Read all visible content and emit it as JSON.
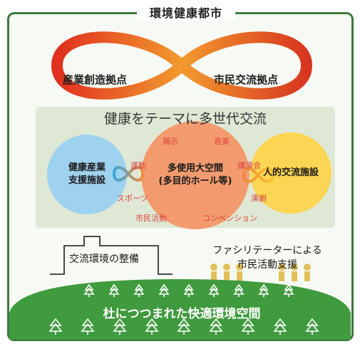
{
  "title": "環境健康都市",
  "loop": {
    "left_label": "産業創造拠点",
    "right_label": "市民交流拠点"
  },
  "band_title": "健康をテーマに多世代交流",
  "circles": {
    "left": "健康産業\n支援施設",
    "center": "多使用大空間\n(多目的ホール等)",
    "right": "人的交流施設"
  },
  "activities": [
    "展示",
    "音楽",
    "運動",
    "講演会",
    "スポーツ",
    "演劇",
    "市民活動",
    "コンベンション"
  ],
  "bottom": {
    "house_label": "交流環境の整備",
    "facilitator_label": "ファシリテーターによる\n市民活動支援",
    "forest_label": "杜につつまれた快適環境空間"
  },
  "colors": {
    "frame": "#3d7a3c",
    "forest": "#3f9b3e",
    "left_circle": "#9fd2ef",
    "center_circle": "#f39b6e",
    "right_circle": "#fbd553",
    "activity_text": "#d9413b"
  }
}
